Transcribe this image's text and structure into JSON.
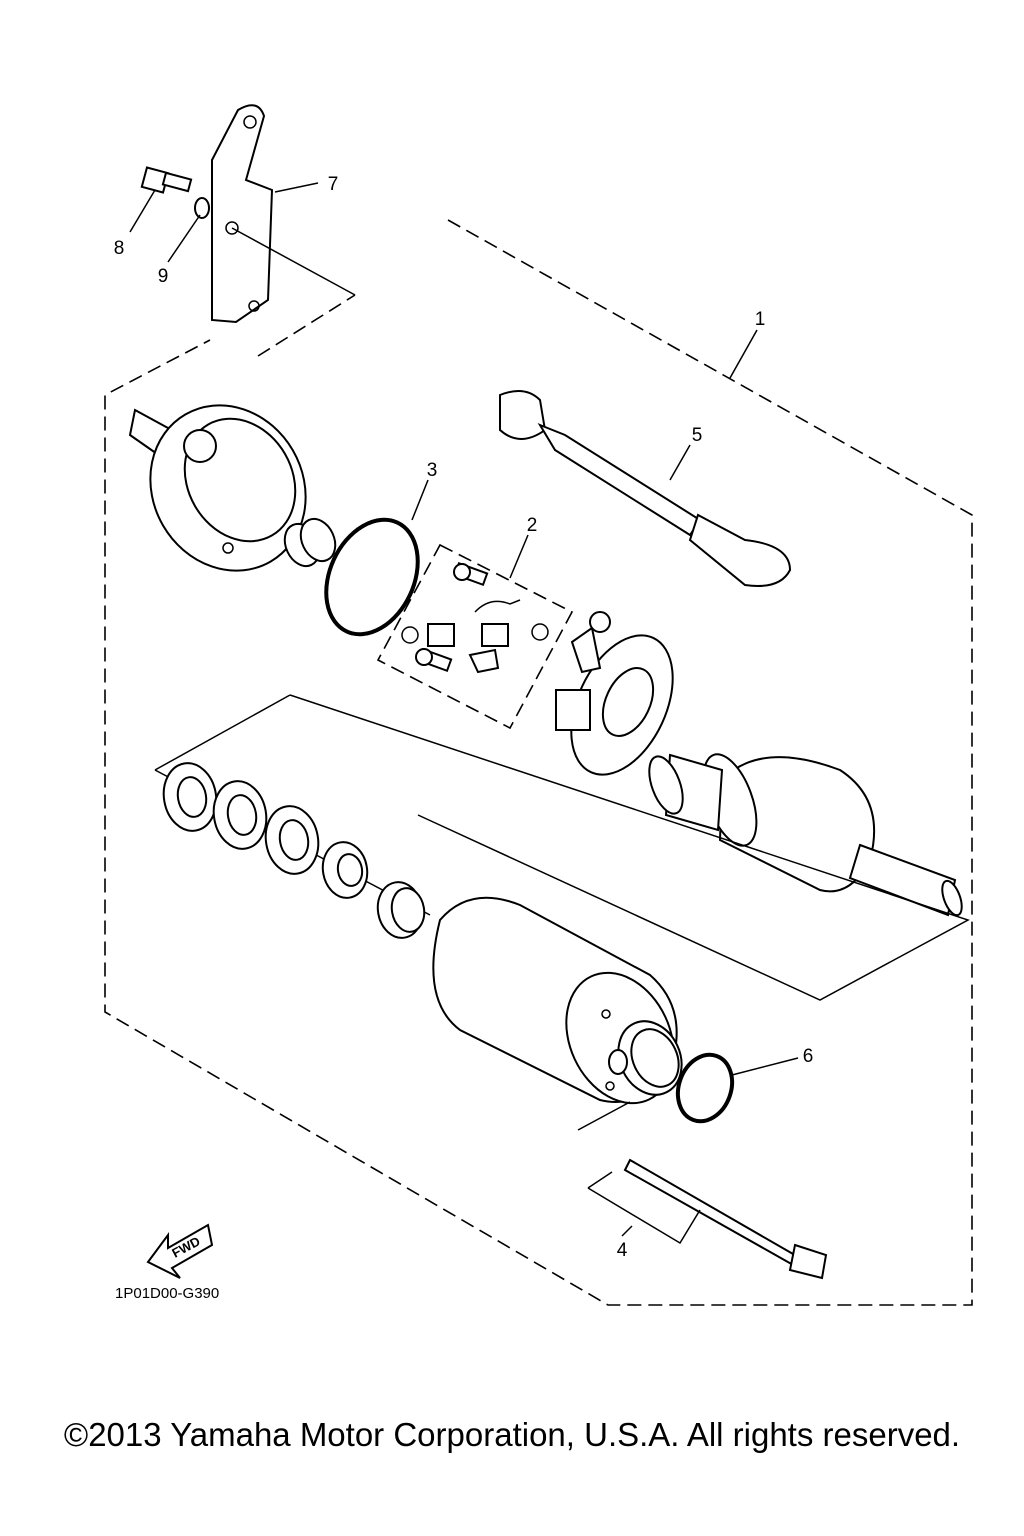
{
  "callouts": {
    "c1": "1",
    "c2": "2",
    "c3": "3",
    "c4": "4",
    "c5": "5",
    "c6": "6",
    "c7": "7",
    "c8": "8",
    "c9": "9"
  },
  "fwd_label": "FWD",
  "diagram_code": "1P01D00-G390",
  "copyright": "©2013 Yamaha Motor Corporation, U.S.A. All rights reserved."
}
